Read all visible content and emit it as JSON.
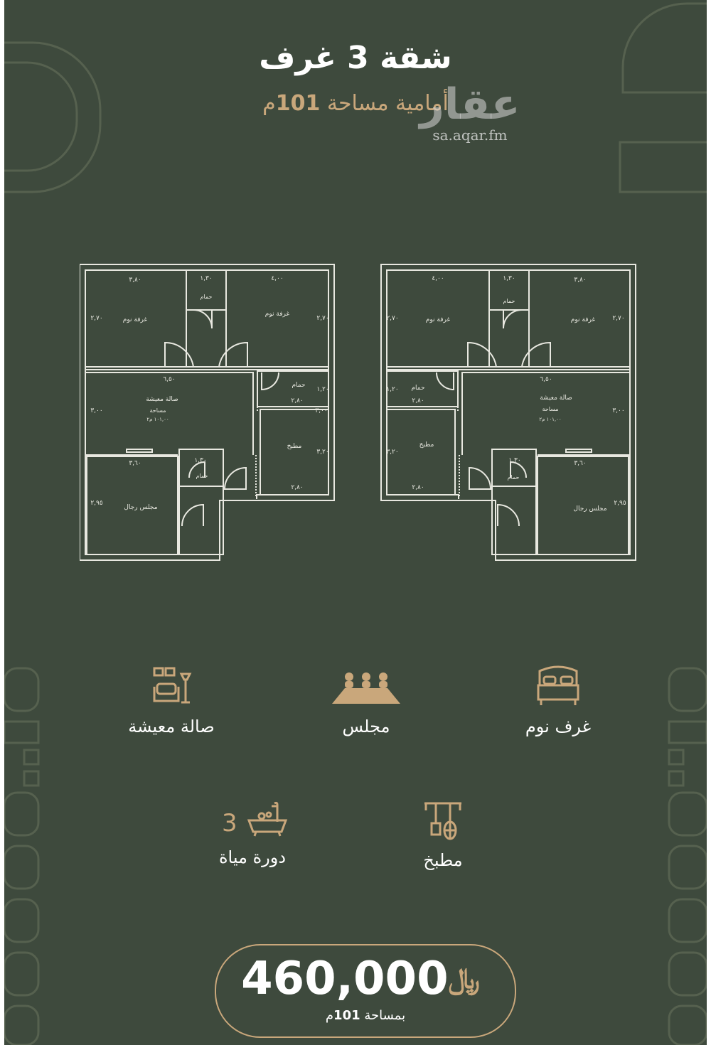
{
  "header": {
    "title": "شقة 3 غرف",
    "subtitle_prefix": "أمامية مساحة",
    "subtitle_area": "101",
    "subtitle_unit": "م"
  },
  "watermark": {
    "logo_text": "عقار",
    "url": "sa.aqar.fm"
  },
  "floor_plans": {
    "labels": {
      "bedroom": "غرفة نوم",
      "bath": "حمام",
      "living": "صالة معيشة",
      "living_area_caption": "مساحة",
      "living_area_value": "١٠١,٠٠ م٢",
      "kitchen": "مطبخ",
      "majlis": "مجلس رجال"
    },
    "dims": {
      "d380": "٣,٨٠",
      "d130": "١,٣٠",
      "d400": "٤,٠٠",
      "d270": "٢,٧٠",
      "d650": "٦,٥٠",
      "d300": "٣,٠٠",
      "d280": "٢,٨٠",
      "d120": "١,٢٠",
      "d360": "٣,٦٠",
      "d320": "٣,٢٠",
      "d295": "٢,٩٥"
    }
  },
  "features": [
    {
      "label": "صالة معيشة",
      "icon": "living-room-icon"
    },
    {
      "label": "مجلس",
      "icon": "majlis-icon"
    },
    {
      "label": "غرف نوم",
      "icon": "bed-icon"
    },
    {
      "label": "دورة مياة",
      "icon": "bathtub-icon",
      "count": "3"
    },
    {
      "label": "مطبخ",
      "icon": "kitchen-tools-icon"
    }
  ],
  "price": {
    "amount": "460,000",
    "currency_symbol": "﷼",
    "area_prefix": "بمساحة",
    "area_value": "101",
    "area_unit": "م"
  },
  "colors": {
    "background": "#3e4a3d",
    "accent_gold": "#c9a77b",
    "line": "#e8e8e0"
  }
}
